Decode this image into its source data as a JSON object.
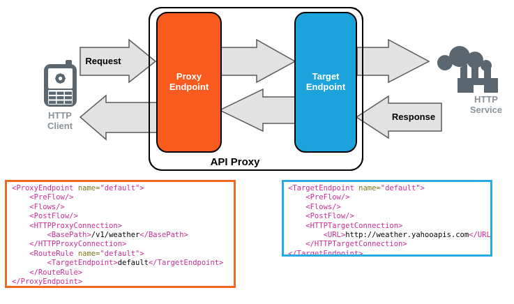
{
  "colors": {
    "proxy_orange": "#F95B1E",
    "proxy_code_border": "#F26522",
    "target_blue": "#1CA3DC",
    "target_code_border": "#29ABE2",
    "arrow_fill": "#E2E2E2",
    "arrow_stroke": "#58595B",
    "icon_gray": "#5A6771",
    "icon_label_gray": "#8B9399",
    "code_tag_magenta": "#CC2D96",
    "code_attr_olive": "#7E7918",
    "code_text_black": "#000000"
  },
  "diagram": {
    "client": {
      "label": "HTTP\nClient",
      "icon": "mobile-phone-icon"
    },
    "service": {
      "label": "HTTP\nService",
      "icon": "factory-cloud-icon"
    },
    "api_proxy": {
      "label": "API Proxy"
    },
    "proxy_endpoint": {
      "label": "Proxy\nEndpoint"
    },
    "target_endpoint": {
      "label": "Target\nEndpoint"
    },
    "request_label": "Request",
    "response_label": "Response"
  },
  "code_blocks": [
    {
      "name": "proxy-endpoint-xml",
      "lines": [
        [
          {
            "c": "m",
            "t": "<ProxyEndpoint "
          },
          {
            "c": "o",
            "t": "name="
          },
          {
            "c": "m",
            "t": "\"default\">"
          }
        ],
        [
          {
            "c": "m",
            "t": "    <PreFlow/>"
          }
        ],
        [
          {
            "c": "m",
            "t": "    <Flows/>"
          }
        ],
        [
          {
            "c": "m",
            "t": "    <PostFlow/>"
          }
        ],
        [
          {
            "c": "m",
            "t": "    <HTTPProxyConnection>"
          }
        ],
        [
          {
            "c": "m",
            "t": "        <BasePath>"
          },
          {
            "c": "k",
            "t": "/v1/weather"
          },
          {
            "c": "m",
            "t": "</BasePath>"
          }
        ],
        [
          {
            "c": "m",
            "t": "    </HTTPProxyConnection>"
          }
        ],
        [
          {
            "c": "m",
            "t": "    <RouteRule "
          },
          {
            "c": "o",
            "t": "name="
          },
          {
            "c": "m",
            "t": "\"default\">"
          }
        ],
        [
          {
            "c": "m",
            "t": "        <TargetEndpoint>"
          },
          {
            "c": "k",
            "t": "default"
          },
          {
            "c": "m",
            "t": "</TargetEndpoint>"
          }
        ],
        [
          {
            "c": "m",
            "t": "    </RouteRule>"
          }
        ],
        [
          {
            "c": "m",
            "t": "</ProxyEndpoint>"
          }
        ]
      ]
    },
    {
      "name": "target-endpoint-xml",
      "lines": [
        [
          {
            "c": "m",
            "t": "<TargetEndpoint "
          },
          {
            "c": "o",
            "t": "name="
          },
          {
            "c": "m",
            "t": "\"default\">"
          }
        ],
        [
          {
            "c": "m",
            "t": "    <PreFlow/>"
          }
        ],
        [
          {
            "c": "m",
            "t": "    <Flows/>"
          }
        ],
        [
          {
            "c": "m",
            "t": "    <PostFlow/>"
          }
        ],
        [
          {
            "c": "m",
            "t": "    <HTTPTargetConnection>"
          }
        ],
        [
          {
            "c": "m",
            "t": "        <URL>"
          },
          {
            "c": "k",
            "t": "http://weather.yahooapis.com"
          },
          {
            "c": "m",
            "t": "</URL>"
          }
        ],
        [
          {
            "c": "m",
            "t": "    </HTTPTargetConnection>"
          }
        ],
        [
          {
            "c": "m",
            "t": "</TargetEndpoint>"
          }
        ]
      ]
    }
  ]
}
